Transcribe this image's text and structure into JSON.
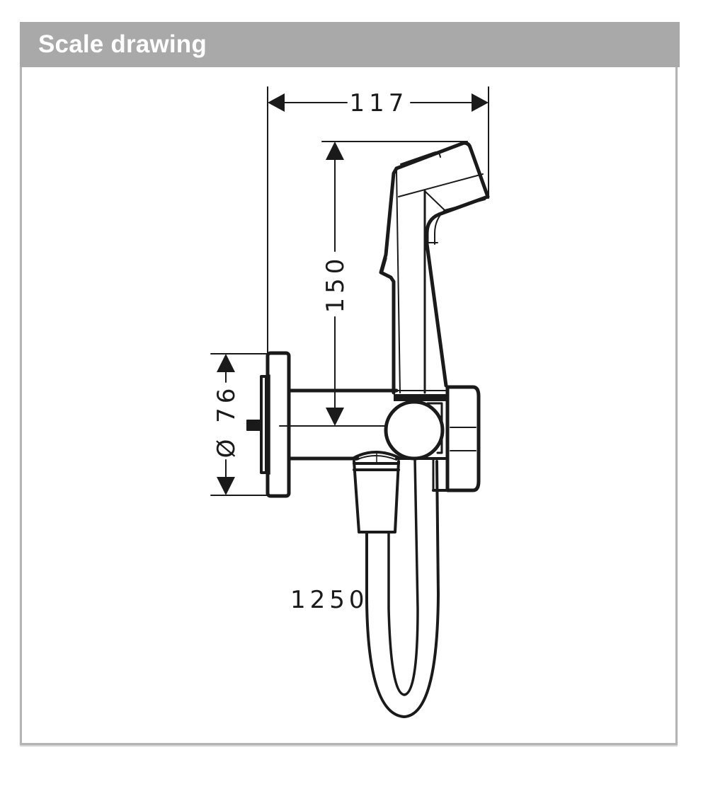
{
  "header": {
    "title": "Scale drawing"
  },
  "dimensions": {
    "width": "117",
    "height": "150",
    "diameter": "Ø 76",
    "hose_length": "1250"
  },
  "colors": {
    "header_bg": "#a9a9a9",
    "header_text": "#ffffff",
    "border": "#b4b4b4",
    "line": "#1a1a1a"
  }
}
